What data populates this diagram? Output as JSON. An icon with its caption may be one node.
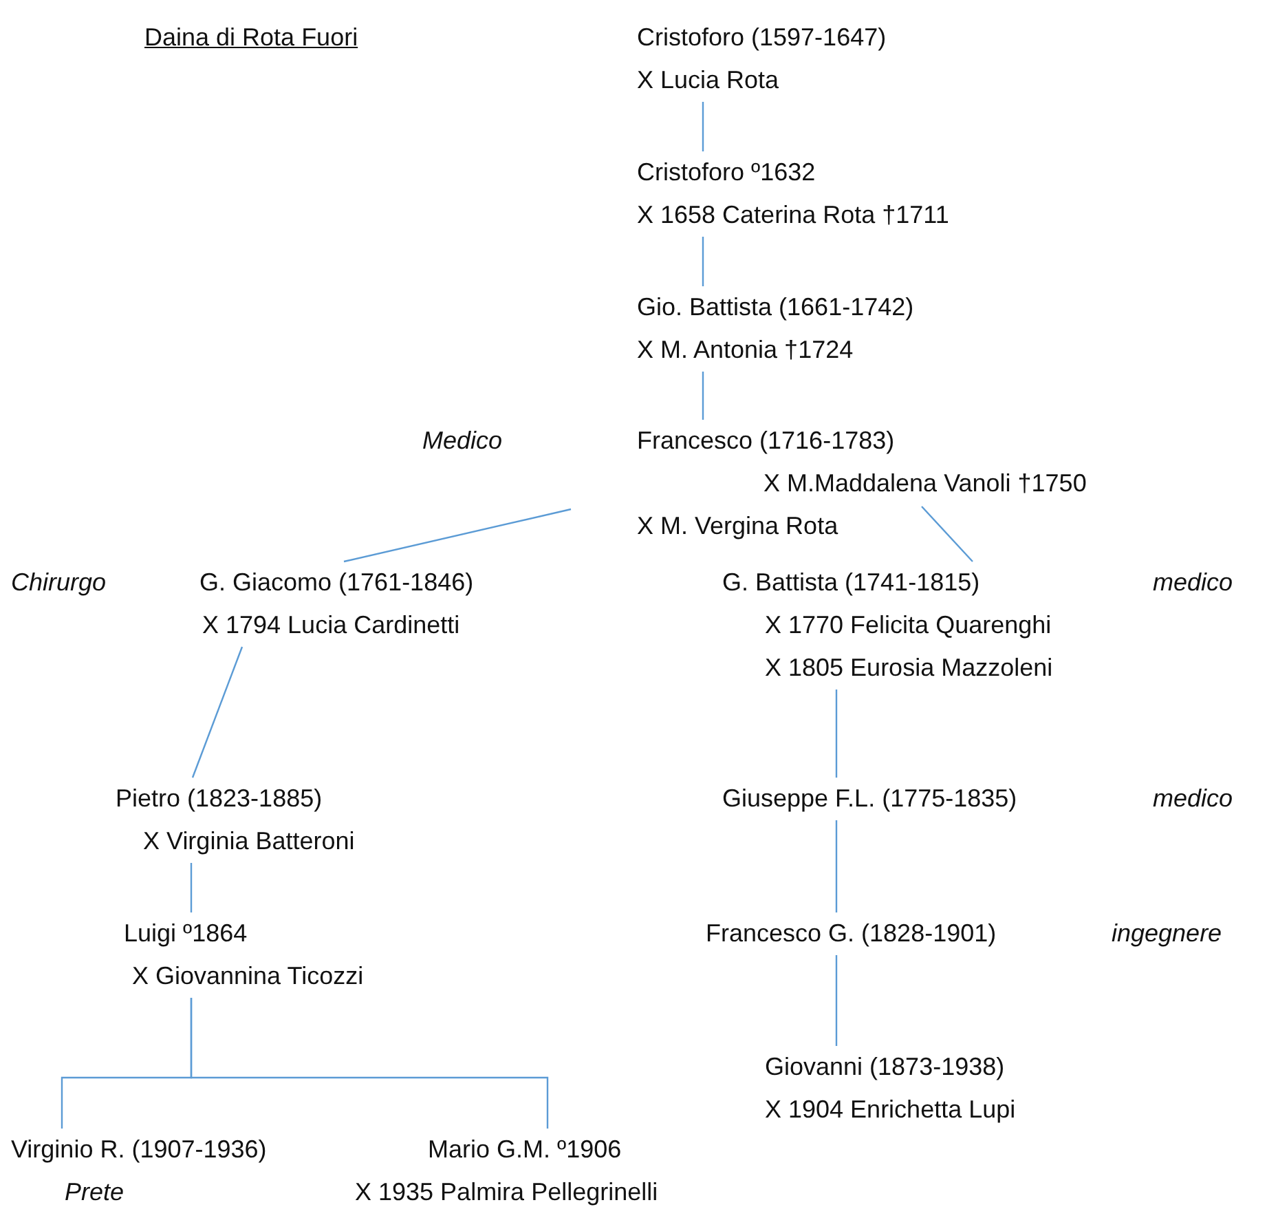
{
  "diagram": {
    "title": "Daina di Rota Fuori",
    "nodes": [
      {
        "text": [
          "Cristoforo (1597-1647)",
          "X Lucia Rota"
        ]
      },
      {
        "text": [
          "Cristoforo º1632",
          "X 1658 Caterina Rota †1711"
        ]
      },
      {
        "text": [
          "Gio. Battista (1661-1742)",
          "X M. Antonia †1724"
        ]
      },
      {
        "text": [
          "Francesco (1716-1783)",
          "X M.Maddalena Vanoli †1750",
          "X M. Vergina Rota"
        ]
      },
      {
        "text": [
          "G. Giacomo (1761-1846)",
          "X 1794 Lucia Cardinetti"
        ],
        "beside": [
          "Chirurgo"
        ]
      },
      {
        "text": [
          "G. Battista (1741-1815)",
          "X 1770 Felicita Quarenghi",
          "X 1805 Eurosia Mazzoleni"
        ]
      },
      {
        "text": [
          "Pietro (1823-1885)",
          "X Virginia Batteroni"
        ]
      },
      {
        "text": [
          "Giuseppe F.L. (1775-1835)"
        ]
      },
      {
        "text": [
          "Luigi º1864",
          "X Giovannina Ticozzi"
        ]
      },
      {
        "text": [
          "Francesco G. (1828-1901)"
        ]
      },
      {
        "text": [
          "Giovanni (1873-1938)",
          "X 1904 Enrichetta Lupi"
        ]
      },
      {
        "text": [
          "Virginio R. (1907-1936)"
        ],
        "beside": [
          "Prete"
        ]
      },
      {
        "text": [
          "Mario G.M. º1906",
          "X 1935 Palmira Pellegrinelli"
        ]
      }
    ],
    "edges": [
      {
        "from": 0,
        "to": 1,
        "arrow": "none"
      },
      {
        "from": 1,
        "to": 2,
        "arrow": "none"
      },
      {
        "from": 2,
        "to": 3,
        "arrow": "none"
      },
      {
        "from": 3,
        "to": 4,
        "arrow": "none"
      },
      {
        "from": 3,
        "to": 5,
        "arrow": "none"
      },
      {
        "from": 4,
        "to": 6,
        "arrow": "none"
      },
      {
        "from": 5,
        "to": 7,
        "arrow": "none"
      },
      {
        "from": 6,
        "to": 8,
        "arrow": "none"
      },
      {
        "from": 7,
        "to": 9,
        "arrow": "none"
      },
      {
        "from": 9,
        "to": 10,
        "arrow": "none"
      },
      {
        "from": 8,
        "to": 11,
        "arrow": "none"
      },
      {
        "from": 8,
        "to": 12,
        "arrow": "none"
      }
    ],
    "labels": [
      "Medico",
      "medico",
      "medico",
      "ingegnere"
    ]
  }
}
